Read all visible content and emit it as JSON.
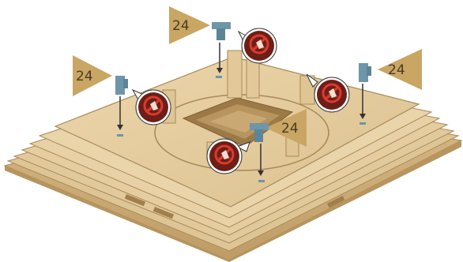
{
  "steps": {
    "top": "24",
    "left": "24",
    "right": "24",
    "center": "24"
  },
  "icons": {
    "peg": "blue-peg-icon",
    "no_glue": "no-glue-icon",
    "arrow": "down-arrow-icon"
  },
  "colors": {
    "wood": "#e6cfa4",
    "wood_dark": "#b89a6a",
    "peg": "#6e96a8",
    "callout": "#c9a663",
    "no_glue_bg": "#6b1f17",
    "no_glue_ring": "#e0382d"
  }
}
